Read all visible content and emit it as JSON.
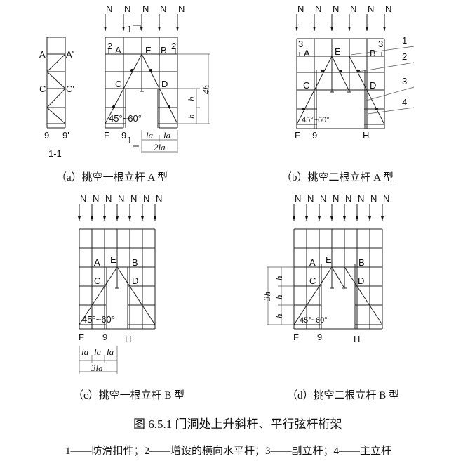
{
  "load_symbol": "N",
  "panel_a": {
    "section_view": {
      "labels": [
        "A",
        "A'",
        "C",
        "C'",
        "9",
        "9'"
      ],
      "title": "1-1"
    },
    "labels": {
      "A": "A",
      "B": "B",
      "C": "C",
      "D": "D",
      "E": "E",
      "F": "F",
      "nine": "9",
      "sec1": "1",
      "sec2": "2",
      "angle": "45°~60°"
    },
    "dims": {
      "h1": "h",
      "h2": "h",
      "h4": "4h",
      "la1": "la",
      "la2": "la",
      "la2x": "2la"
    },
    "caption": "（a）挑空一根立杆  A 型"
  },
  "panel_b": {
    "labels": {
      "A": "A",
      "B": "B",
      "C": "C",
      "D": "D",
      "E": "E",
      "F": "F",
      "nine": "9",
      "H": "H",
      "sec3": "3",
      "angle": "45°~60°"
    },
    "callouts": [
      "1",
      "2",
      "3",
      "4"
    ],
    "caption": "（b）挑空二根立杆  A 型"
  },
  "panel_c": {
    "labels": {
      "A": "A",
      "B": "B",
      "C": "C",
      "D": "D",
      "E": "E",
      "F": "F",
      "nine": "9",
      "H": "H",
      "angle": "45°~60°"
    },
    "dims": {
      "la1": "la",
      "la2": "la",
      "la3": "la",
      "la3x": "3la"
    },
    "caption": "（c）挑空一根立杆  B 型"
  },
  "panel_d": {
    "labels": {
      "A": "A",
      "B": "B",
      "C": "C",
      "D": "D",
      "E": "E",
      "F": "F",
      "nine": "9",
      "H": "H",
      "angle": "45°~60°"
    },
    "dims": {
      "h1": "h",
      "h2": "h",
      "h3": "h",
      "h3x": "3h"
    },
    "caption": "（d）挑空二根立杆  B 型"
  },
  "figure_title": "图 6.5.1    门洞处上升斜杆、平行弦杆桁架",
  "legend": "1——防滑扣件；2——增设的横向水平杆；3——副立杆；4——主立杆"
}
